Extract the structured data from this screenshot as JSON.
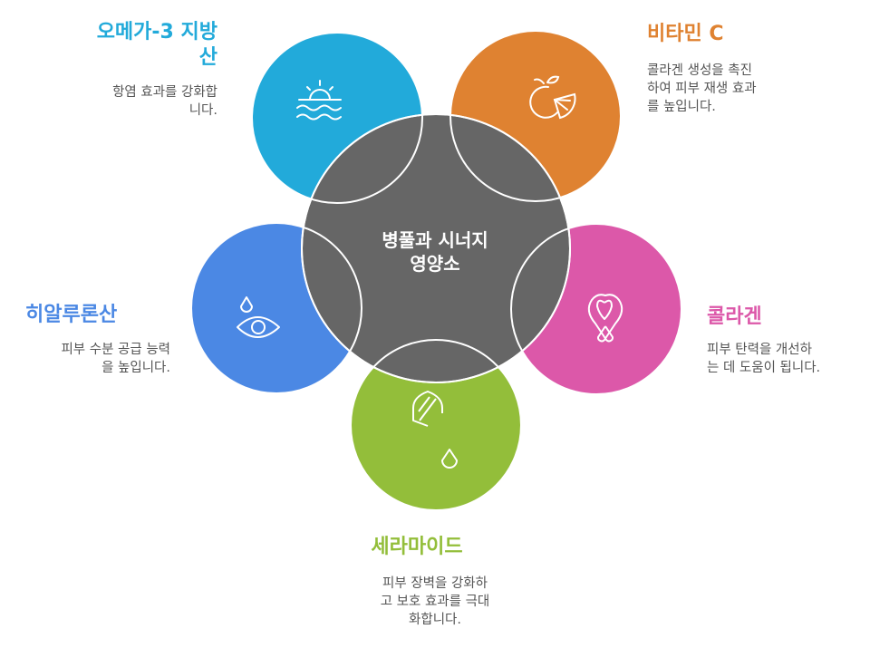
{
  "center": {
    "label": "병풀과 시너지\n영양소",
    "color": "#666666"
  },
  "nodes": {
    "omega3": {
      "title": "오메가-3 지방\n산",
      "desc": "항염 효과를 강화합\n니다.",
      "color": "#22AADA",
      "icon": "sun-over-water-icon"
    },
    "vitaminc": {
      "title": "비타민 C",
      "desc": "콜라겐 생성을 촉진\n하여 피부 재생 효과\n를 높입니다.",
      "color": "#DF8231",
      "icon": "orange-fruit-icon"
    },
    "collagen": {
      "title": "콜라겐",
      "desc": "피부 탄력을 개선하\n는 데 도움이 됩니다.",
      "color": "#DC58A9",
      "icon": "ribbon-icon"
    },
    "ceramide": {
      "title": "세라마이드",
      "desc": "피부 장벽을 강화하\n고 보호 효과를 극대\n화합니다.",
      "color": "#93BE3A",
      "icon": "shield-drop-icon"
    },
    "hyaluronic": {
      "title": "히알루론산",
      "desc": "피부 수분 공급 능력\n을 높입니다.",
      "color": "#4B88E4",
      "icon": "drop-eye-icon"
    }
  }
}
